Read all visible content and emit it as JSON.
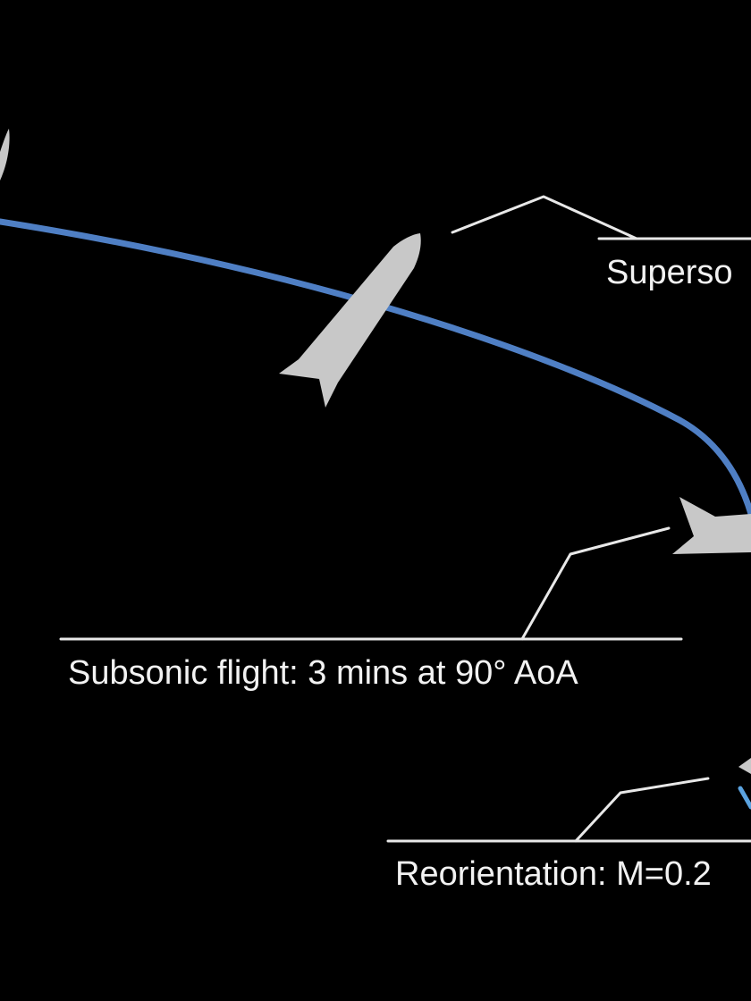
{
  "colors": {
    "background": "#000000",
    "trajectory": "#4f7fc4",
    "trajectory_final": "#5ba3e0",
    "vehicle": "#c8c8c8",
    "text": "#f2f2f2"
  },
  "labels": {
    "supersonic": "Superso",
    "subsonic": "Subsonic flight: 3 mins at 90° AoA",
    "reorientation": "Reorientation: M=0.2"
  }
}
